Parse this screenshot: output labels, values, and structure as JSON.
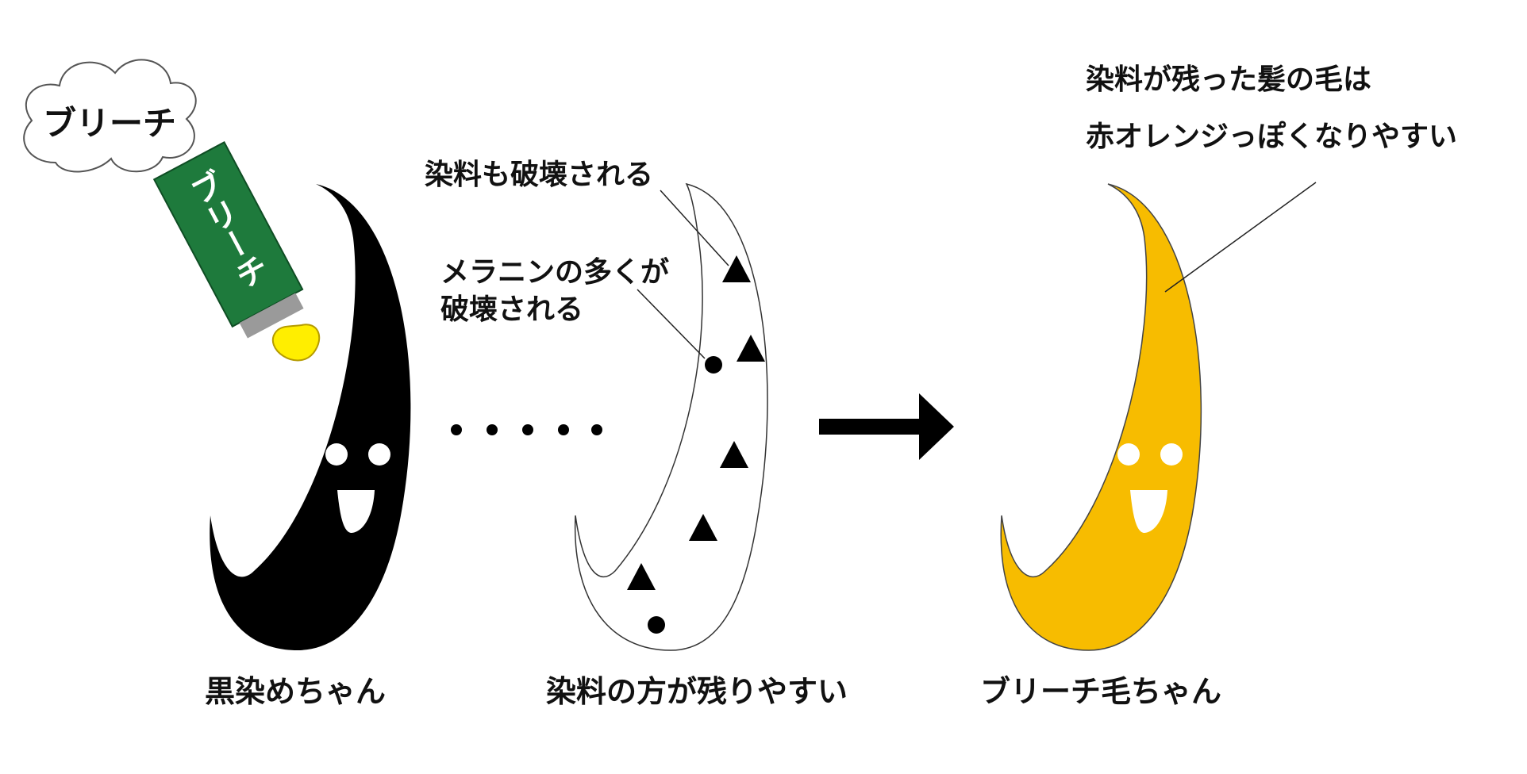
{
  "cloud_label": "ブリーチ",
  "tube_label": "ブリーチ",
  "characters": {
    "black": "黒染めちゃん",
    "middle": "染料の方が残りやすい",
    "bleached": "ブリーチ毛ちゃん"
  },
  "annotations": {
    "dye_destroyed": "染料も破壊される",
    "melanin_line1": "メラニンの多くが",
    "melanin_line2": "破壊される",
    "result_line1": "染料が残った髪の毛は",
    "result_line2": "赤オレンジっぽくなりやすい"
  },
  "colors": {
    "black_hair": "#000000",
    "bleached_hair": "#f7bc00",
    "tube": "#1e7a3c",
    "bleach_drop": "#ffee00"
  }
}
